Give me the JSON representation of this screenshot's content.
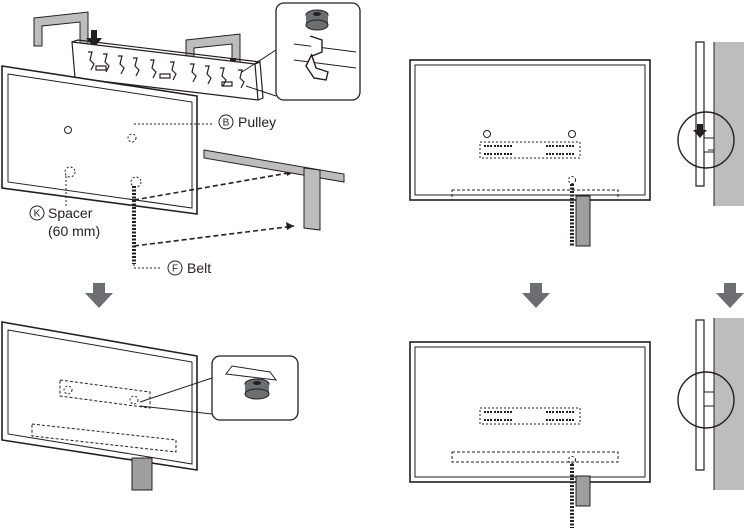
{
  "labels": {
    "pulley": {
      "letter": "B",
      "text": "Pulley"
    },
    "spacer": {
      "letter": "K",
      "text": "Spacer",
      "subtext": "(60 mm)"
    },
    "belt": {
      "letter": "F",
      "text": "Belt"
    }
  },
  "colors": {
    "line": "#231f20",
    "wall_gray": "#bdbdbd",
    "belt_gray": "#9e9e9e",
    "arrow_gray": "#6d6e71",
    "background": "#ffffff"
  },
  "icons": [
    "down-arrow-icon",
    "pulley-icon",
    "bracket-icon",
    "hook-icon"
  ]
}
